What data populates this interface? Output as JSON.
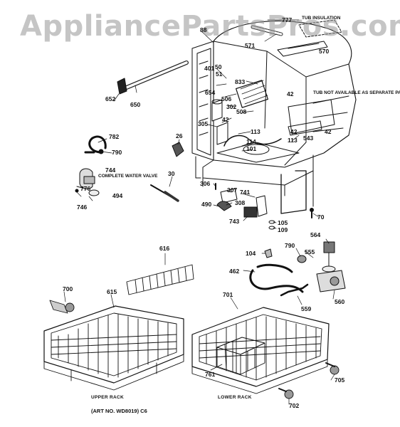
{
  "watermark": "AppliancePartsPros.com",
  "callouts": {
    "p777": "777",
    "tub_insulation": "TUB INSULATION",
    "p88": "88",
    "p571": "571",
    "p570": "570",
    "p401": "401",
    "p50": "50",
    "p51": "51",
    "p833": "833",
    "p654": "654",
    "p506": "506",
    "p302": "302",
    "p508": "508",
    "p42a": "42",
    "p42b": "42",
    "p42c": "42",
    "p42d": "42",
    "tub_note": "TUB NOT AVAILABLE AS SEPARATE PART",
    "p652": "652",
    "p650": "650",
    "p305": "305",
    "p113a": "113",
    "p113b": "113",
    "p114": "114",
    "p101": "101",
    "p543": "543",
    "p782": "782",
    "p790a": "790",
    "p26": "26",
    "p30": "30",
    "p744": "744",
    "complete_water_valve": "COMPLETE WATER VALVE",
    "p776": "776",
    "p494": "494",
    "p746": "746",
    "p306": "306",
    "p307": "307",
    "p741": "741",
    "p490": "490",
    "p308": "308",
    "p743": "743",
    "p70": "70",
    "p105": "105",
    "p109": "109",
    "p616": "616",
    "p564": "564",
    "p790b": "790",
    "p104": "104",
    "p555": "555",
    "p462": "462",
    "p700": "700",
    "p615": "615",
    "p701": "701",
    "p559": "559",
    "p560": "560",
    "p761": "761",
    "p705": "705",
    "p702": "702"
  },
  "captions": {
    "upper_rack": "UPPER RACK",
    "lower_rack": "LOWER RACK",
    "art_no": "(ART NO. WD8019) C6"
  }
}
